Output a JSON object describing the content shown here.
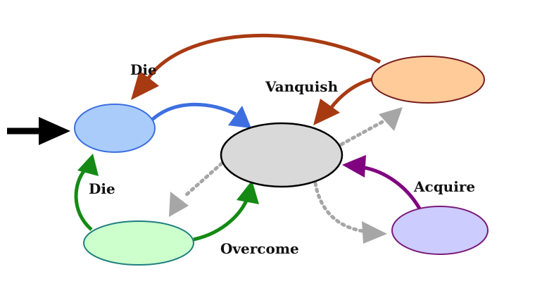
{
  "diagram": {
    "labels": {
      "die_top": "Die",
      "vanquish": "Vanquish",
      "die_left": "Die",
      "acquire": "Acquire",
      "overcome": "Overcome"
    },
    "colors": {
      "background": "#ffffff",
      "blue_node_fill": "#a9ccfb",
      "blue_node_stroke": "#3d6fe0",
      "gray_node_fill": "#d9d9d9",
      "gray_node_stroke": "#000000",
      "orange_node_fill": "#ffcc99",
      "orange_node_stroke": "#7a1f1f",
      "purple_node_fill": "#ccccff",
      "purple_node_stroke": "#7a1a7a",
      "green_node_fill": "#ccffcc",
      "green_node_stroke": "#1f7f7f",
      "blue_edge": "#3d6fe0",
      "brown_edge": "#a83a12",
      "green_edge": "#148a14",
      "purple_edge": "#800080",
      "dotted_edge": "#a6a6a6",
      "entry_arrow": "#000000"
    }
  }
}
